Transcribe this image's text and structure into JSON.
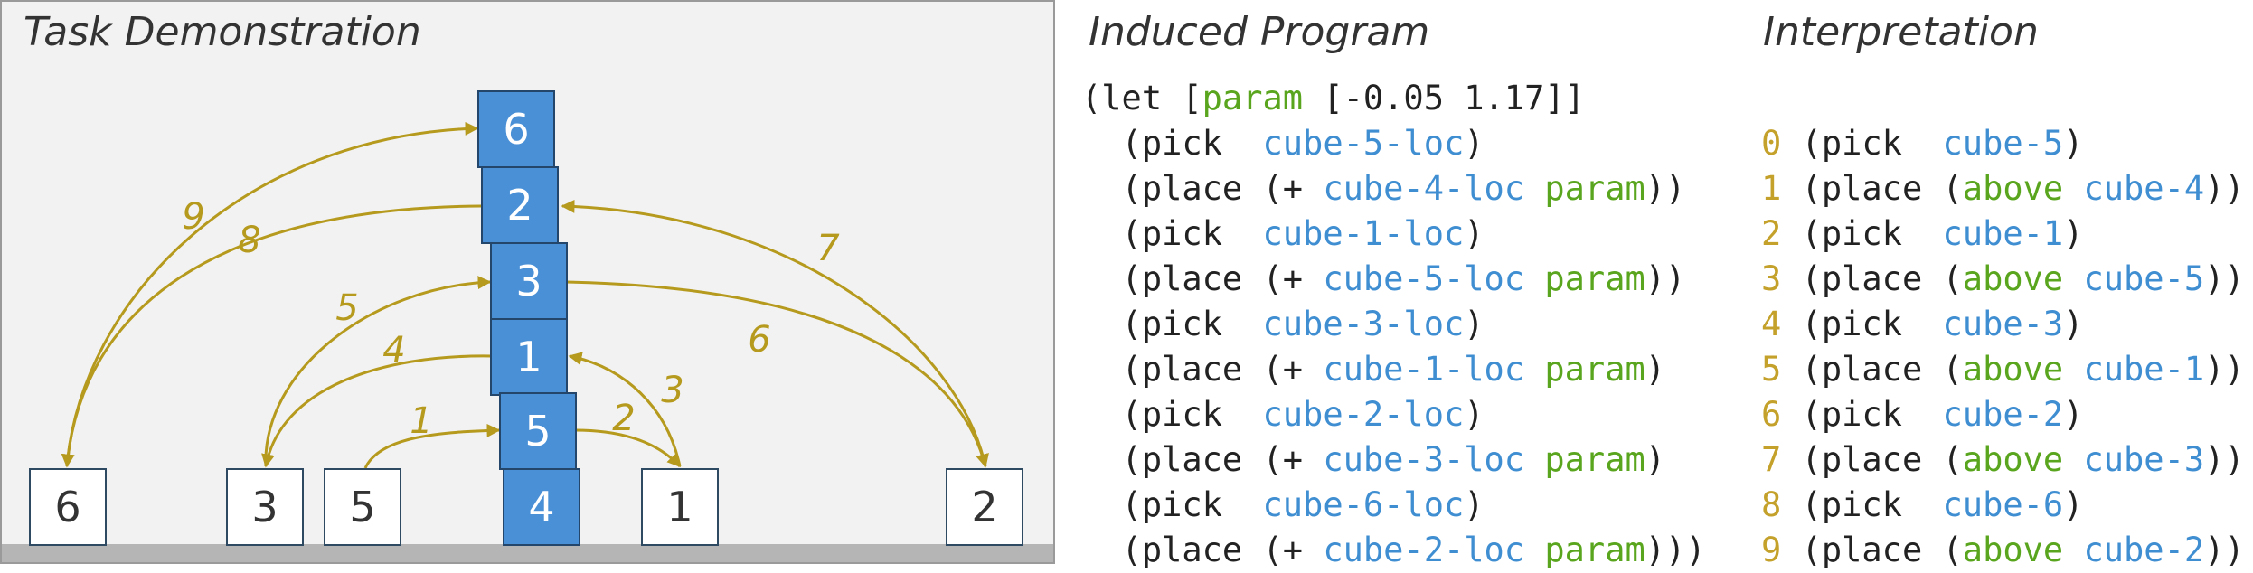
{
  "demo": {
    "title": "Task Demonstration",
    "floor_cubes": [
      "6",
      "3",
      "5",
      "4",
      "1",
      "2"
    ],
    "tower_cubes": [
      "6",
      "2",
      "3",
      "1",
      "5"
    ],
    "step_labels": [
      "1",
      "2",
      "3",
      "4",
      "5",
      "6",
      "7",
      "8",
      "9"
    ],
    "colors": {
      "cube_fill": "#4a90d6",
      "arrow": "#b59a1e",
      "ground": "#b5b5b5"
    }
  },
  "program": {
    "title": "Induced Program",
    "header": {
      "open": "(let [",
      "param": "param",
      "values": " [-0.05 1.17]]"
    },
    "lines": [
      {
        "op": "pick",
        "pad": "  ",
        "target": "cube-5-loc",
        "plus": "",
        "param": "",
        "close": ")"
      },
      {
        "op": "place",
        "pad": " ",
        "target": "cube-4-loc",
        "plus": "(+ ",
        "param": "param",
        "close": "))"
      },
      {
        "op": "pick",
        "pad": "  ",
        "target": "cube-1-loc",
        "plus": "",
        "param": "",
        "close": ")"
      },
      {
        "op": "place",
        "pad": " ",
        "target": "cube-5-loc",
        "plus": "(+ ",
        "param": "param",
        "close": "))"
      },
      {
        "op": "pick",
        "pad": "  ",
        "target": "cube-3-loc",
        "plus": "",
        "param": "",
        "close": ")"
      },
      {
        "op": "place",
        "pad": " ",
        "target": "cube-1-loc",
        "plus": "(+ ",
        "param": "param",
        "close": ")"
      },
      {
        "op": "pick",
        "pad": "  ",
        "target": "cube-2-loc",
        "plus": "",
        "param": "",
        "close": ")"
      },
      {
        "op": "place",
        "pad": " ",
        "target": "cube-3-loc",
        "plus": "(+ ",
        "param": "param",
        "close": ")"
      },
      {
        "op": "pick",
        "pad": "  ",
        "target": "cube-6-loc",
        "plus": "",
        "param": "",
        "close": ")"
      },
      {
        "op": "place",
        "pad": " ",
        "target": "cube-2-loc",
        "plus": "(+ ",
        "param": "param",
        "close": ")))"
      }
    ]
  },
  "interpretation": {
    "title": "Interpretation",
    "lines": [
      {
        "num": "0",
        "op": "pick",
        "pad": "  ",
        "above": "",
        "target": "cube-5",
        "close": ")"
      },
      {
        "num": "1",
        "op": "place",
        "pad": " ",
        "above": "above",
        "target": "cube-4",
        "close": "))"
      },
      {
        "num": "2",
        "op": "pick",
        "pad": "  ",
        "above": "",
        "target": "cube-1",
        "close": ")"
      },
      {
        "num": "3",
        "op": "place",
        "pad": " ",
        "above": "above",
        "target": "cube-5",
        "close": "))"
      },
      {
        "num": "4",
        "op": "pick",
        "pad": "  ",
        "above": "",
        "target": "cube-3",
        "close": ")"
      },
      {
        "num": "5",
        "op": "place",
        "pad": " ",
        "above": "above",
        "target": "cube-1",
        "close": "))"
      },
      {
        "num": "6",
        "op": "pick",
        "pad": "  ",
        "above": "",
        "target": "cube-2",
        "close": ")"
      },
      {
        "num": "7",
        "op": "place",
        "pad": " ",
        "above": "above",
        "target": "cube-3",
        "close": "))"
      },
      {
        "num": "8",
        "op": "pick",
        "pad": "  ",
        "above": "",
        "target": "cube-6",
        "close": ")"
      },
      {
        "num": "9",
        "op": "place",
        "pad": " ",
        "above": "above",
        "target": "cube-2",
        "close": "))"
      }
    ]
  }
}
